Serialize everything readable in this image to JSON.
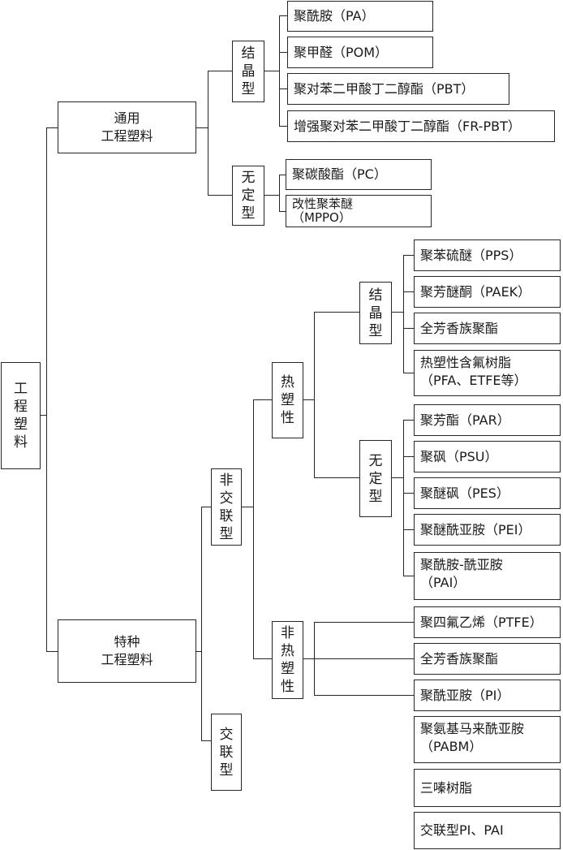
{
  "root": {
    "label": "工\n程\n塑\n料"
  },
  "general": {
    "label": "通用\n工程塑料",
    "crystalline": {
      "label": "结\n晶\n型",
      "items": [
        "聚酰胺（PA）",
        "聚甲醛（POM）",
        "聚对苯二甲酸丁二醇酯（PBT）",
        "增强聚对苯二甲酸丁二醇酯（FR-PBT）"
      ]
    },
    "amorphous": {
      "label": "无\n定\n型",
      "items": [
        "聚碳酸酯（PC）",
        "改性聚苯醚\n（MPPO）"
      ]
    }
  },
  "special": {
    "label": "特种\n工程塑料",
    "noncrosslinked": {
      "label": "非\n交\n联\n型",
      "thermoplastic": {
        "label": "热\n塑\n性",
        "crystalline": {
          "label": "结\n晶\n型",
          "items": [
            "聚苯硫醚（PPS）",
            "聚芳醚酮（PAEK）",
            "全芳香族聚酯",
            "热塑性含氟树脂\n（PFA、ETFE等）"
          ]
        },
        "amorphous": {
          "label": "无\n定\n型",
          "items": [
            "聚芳酯（PAR）",
            "聚砜（PSU）",
            "聚醚砜（PES）",
            "聚醚酰亚胺（PEI）",
            "聚酰胺-酰亚胺\n（PAI）"
          ]
        }
      },
      "nonthermoplastic": {
        "label": "非\n热\n塑\n性",
        "items": [
          "聚四氟乙烯（PTFE）",
          "全芳香族聚酯",
          "聚酰亚胺（PI）"
        ]
      }
    },
    "crosslinked": {
      "label": "交\n联\n型",
      "items": [
        "聚氨基马来酰亚胺\n（PABM）",
        "三嗪树脂",
        "交联型PI、PAI"
      ]
    }
  }
}
